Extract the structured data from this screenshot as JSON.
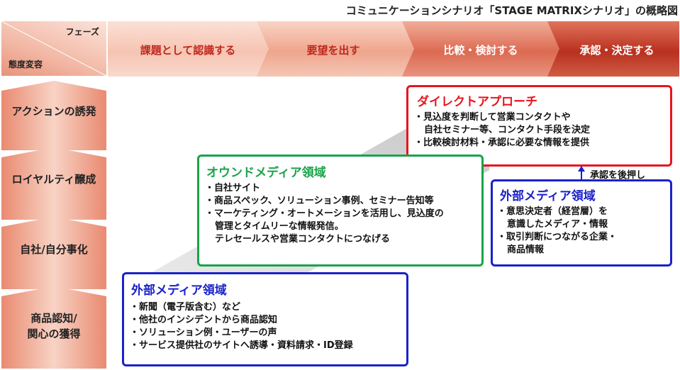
{
  "title": "コミュニケーションシナリオ「STAGE MATRIXシナリオ」の概略図",
  "header": {
    "phase_label": "フェーズ",
    "attitude_label": "態度変容"
  },
  "phases": [
    "課題として認識する",
    "要望を出す",
    "比較・検討する",
    "承認・決定する"
  ],
  "stages": [
    "アクションの誘発",
    "ロイヤルティ醸成",
    "自社/自分事化",
    "商品認知/\n関心の獲得"
  ],
  "boxes": {
    "direct": {
      "title": "ダイレクトアプローチ",
      "items": [
        "・見込度を判断して営業コンタクトや",
        "自社セミナー等、コンタクト手段を決定",
        "・比較検討材料・承認に必要な情報を提供"
      ]
    },
    "owned": {
      "title": "オウンドメディア領域",
      "items": [
        "・自社サイト",
        "・商品スペック、ソリューション事例、セミナー告知等",
        "・マーケティング・オートメーションを活用し、見込度の",
        "管理とタイムリーな情報発信。",
        "テレセールスや営業コンタクトにつなげる"
      ]
    },
    "external_right": {
      "title": "外部メディア領域",
      "items": [
        "・意思決定者（経営層）を",
        "意識したメディア・情報",
        "・取引判断につながる企業・",
        "商品情報"
      ]
    },
    "external_bottom": {
      "title": "外部メディア領域",
      "items": [
        "・新聞（電子版含む）など",
        "・他社のインシデントから商品認知",
        "・ソリューション例・ユーザーの声",
        "・サービス提供社のサイトへ誘導・資料請求・ID登録"
      ]
    },
    "arrow_label": "承認を後押し"
  },
  "colors": {
    "direct": "#e8141c",
    "owned": "#1aa34a",
    "external": "#1a22c8",
    "phase_text": "#c0281c"
  }
}
